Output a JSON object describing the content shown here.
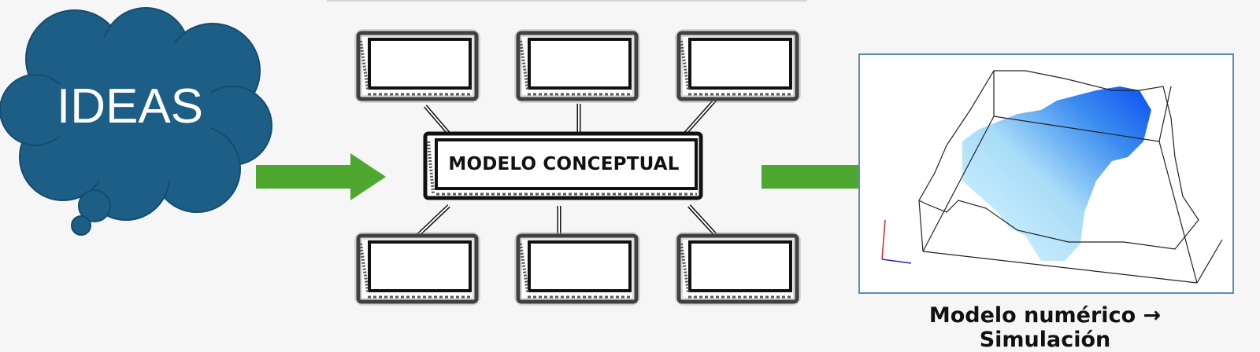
{
  "cloud": {
    "label": "IDEAS",
    "color": "#1c5e85"
  },
  "center": {
    "label": "MODELO CONCEPTUAL"
  },
  "result": {
    "caption": "Modelo numérico → Simulación"
  },
  "colors": {
    "arrow": "#4ea72e",
    "panel_border": "#5b8db0"
  }
}
